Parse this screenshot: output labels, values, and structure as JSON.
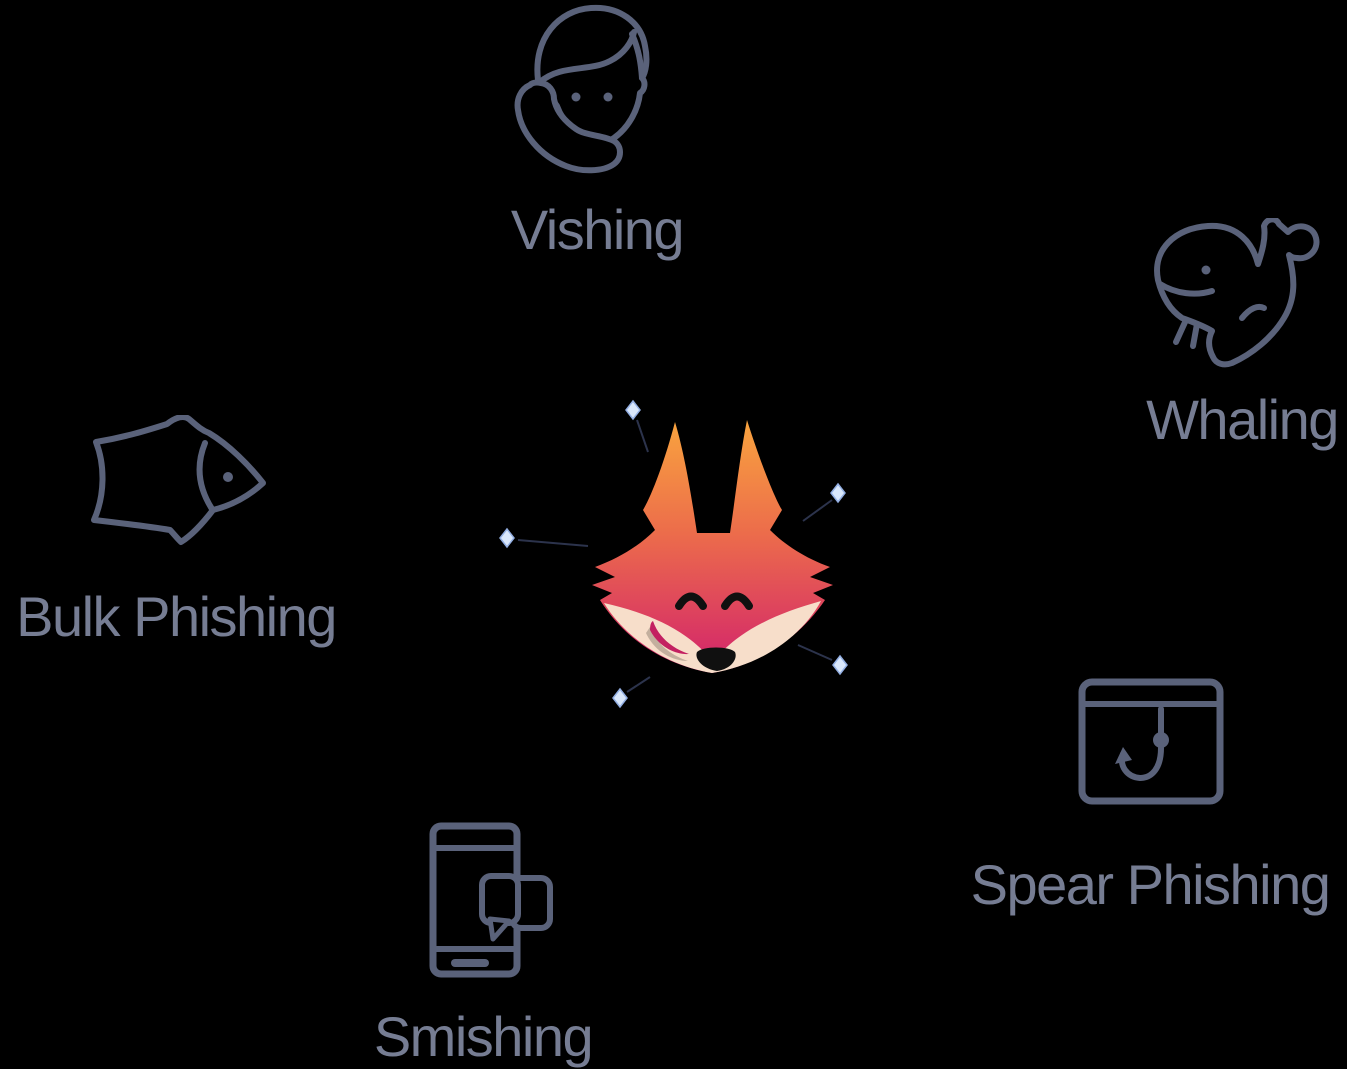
{
  "diagram": {
    "background_color": "#000000",
    "label_color": "#767D93",
    "icon_color": "#5A627A",
    "nodes": [
      {
        "label": "Vishing",
        "icon": "person-on-phone-icon"
      },
      {
        "label": "Whaling",
        "icon": "whale-icon"
      },
      {
        "label": "Bulk Phishing",
        "icon": "fish-icon"
      },
      {
        "label": "Smishing",
        "icon": "smartphone-message-icon"
      },
      {
        "label": "Spear Phishing",
        "icon": "browser-hook-icon"
      }
    ],
    "center_logo": {
      "name": "fox-mascot",
      "gradient_top": "#F9A43E",
      "gradient_bottom": "#D2226C",
      "muzzle_color": "#F7DECA",
      "cheek_accent_color": "#C32061",
      "sparkle_color": "#D9E7FB",
      "sparkle_count": 5
    }
  }
}
